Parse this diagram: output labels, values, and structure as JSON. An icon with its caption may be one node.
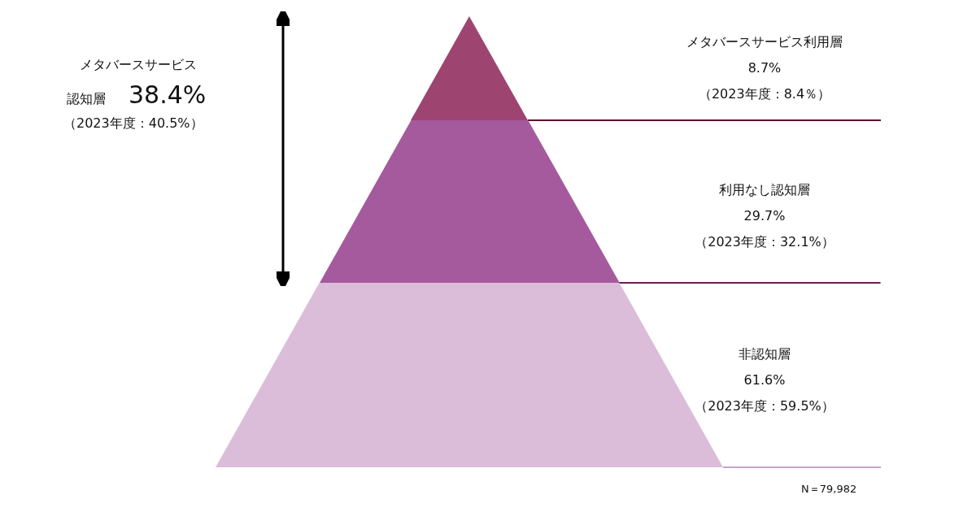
{
  "diagram": {
    "nodes": [
      {
        "text": [],
        "shape": "triangle",
        "beside": [
          "メタバースサービス利用層",
          "8.7%",
          "（2023年度：8.4％）"
        ]
      },
      {
        "text": [],
        "shape": "trapezoid",
        "beside": [
          "利用なし認知層",
          "29.7%",
          "（2023年度：32.1%）"
        ]
      },
      {
        "text": [],
        "shape": "trapezoid",
        "beside": [
          "非認知層",
          "61.6%",
          "（2023年度：59.5%）"
        ]
      }
    ],
    "edges": [],
    "labels": [
      "メタバースサービス",
      "認知層",
      "38.4%",
      "（2023年度：40.5%）",
      "N＝79,982"
    ]
  }
}
